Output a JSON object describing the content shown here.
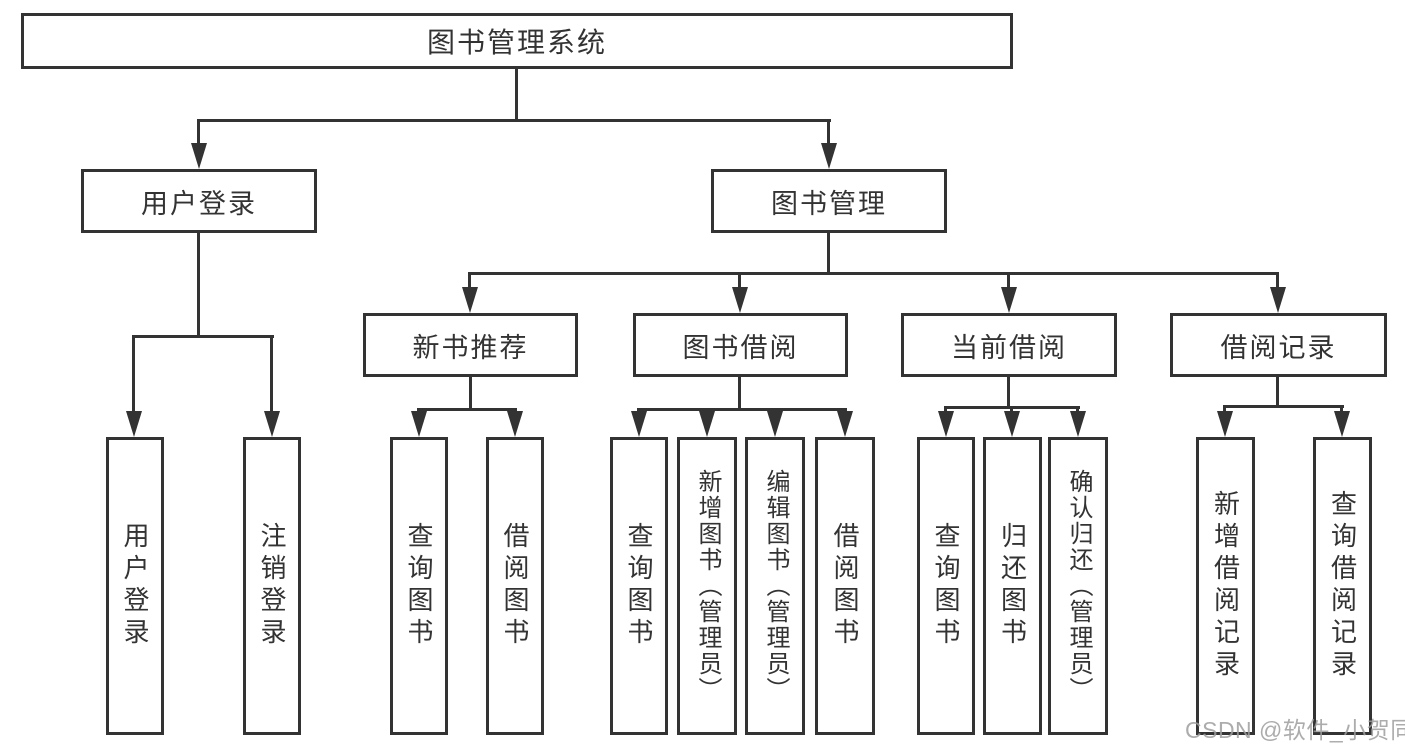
{
  "diagram": {
    "root": {
      "label": "图书管理系统"
    },
    "level2": [
      {
        "label": "用户登录"
      },
      {
        "label": "图书管理"
      }
    ],
    "level3": [
      {
        "label": "新书推荐"
      },
      {
        "label": "图书借阅"
      },
      {
        "label": "当前借阅"
      },
      {
        "label": "借阅记录"
      }
    ],
    "leaves": {
      "user": [
        "用户登录",
        "注销登录"
      ],
      "recommend": [
        "查询图书",
        "借阅图书"
      ],
      "borrow": [
        "查询图书",
        "新增图书（管理员）",
        "编辑图书（管理员）",
        "借阅图书"
      ],
      "current": [
        "查询图书",
        "归还图书",
        "确认归还（管理员）"
      ],
      "records": [
        "新增借阅记录",
        "查询借阅记录"
      ]
    }
  },
  "watermark": "CSDN @软件_小贺同学",
  "colors": {
    "line": "#333333",
    "text": "#333333",
    "box_background": "#ffffff",
    "page_background": "#ffffff",
    "watermark": "#9e9e9e"
  }
}
